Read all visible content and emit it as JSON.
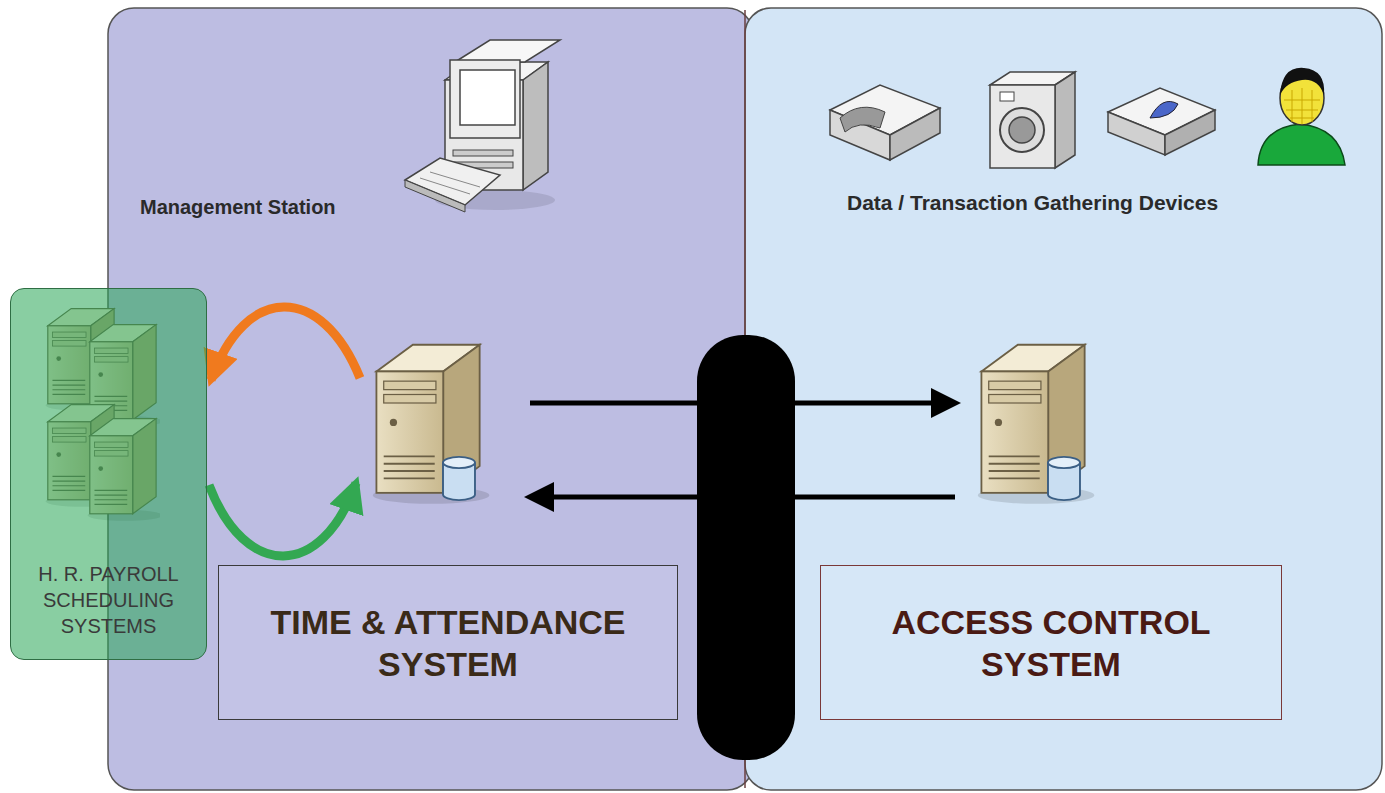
{
  "diagram": {
    "nodes": [
      {
        "text": [
          "H. R. PAYROLL SCHEDULING SYSTEMS"
        ]
      },
      {
        "text": [
          "TIME & ATTENDANCE SYSTEM"
        ]
      },
      {
        "text": [
          "ACCESS CONTROL SYSTEM"
        ]
      }
    ],
    "edges": [
      {
        "from": 1,
        "to": 0,
        "arrow": "to"
      },
      {
        "from": 0,
        "to": 1,
        "arrow": "to"
      },
      {
        "from": 1,
        "to": 2,
        "arrow": "to"
      },
      {
        "from": 2,
        "to": 1,
        "arrow": "to"
      }
    ],
    "labels": [
      "Management Station",
      "Data / Transaction Gathering Devices"
    ]
  }
}
